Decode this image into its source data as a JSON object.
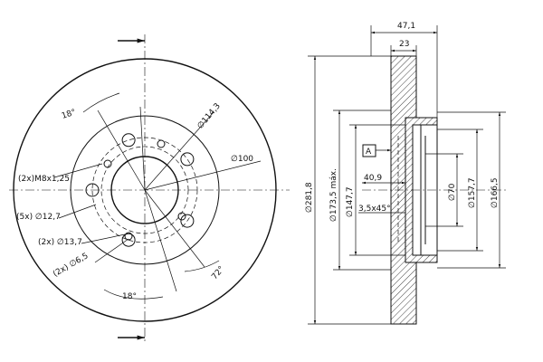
{
  "front_view": {
    "angle_top": "18°",
    "bolt_circle": "∅114,3",
    "center_bore": "∅100",
    "thread": "(2x)M8x1,25",
    "holes_5x": "(5x) ∅12,7",
    "holes_2x_137": "(2x) ∅13,7",
    "holes_2x_65": "(2x) ∅6,5",
    "angle_72": "72°",
    "angle_bottom": "18°"
  },
  "side_view": {
    "total_width": "47,1",
    "hat_width": "23",
    "outer_dia": "∅281,8",
    "friction_dia": "∅173,5 máx.",
    "d1477": "∅147,7",
    "datum": "A",
    "depth_409": "40,9",
    "chamfer": "3,5x45°",
    "d70": "∅70",
    "d1577": "∅157,7",
    "d1665": "∅166,5"
  }
}
